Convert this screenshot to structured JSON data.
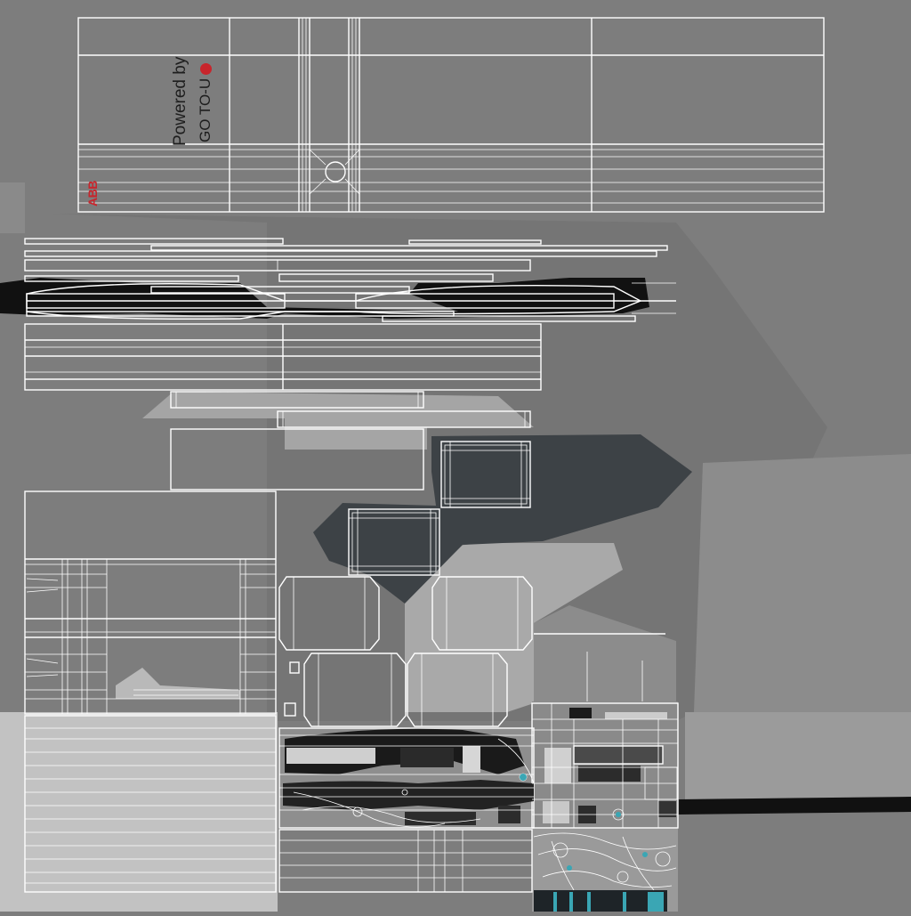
{
  "branding": {
    "powered_by": "Powered by",
    "goto_u": "GO TO-U",
    "goto_icon": "goto-u-logo-icon",
    "abb_logo": "ABB"
  },
  "colors": {
    "background": "#7d7d7d",
    "wire": "#ffffff",
    "dark_panel": "#3d4246",
    "light_panel": "#a9a9a9",
    "brand_red": "#c8252c",
    "accent_teal": "#3aa6b4"
  }
}
